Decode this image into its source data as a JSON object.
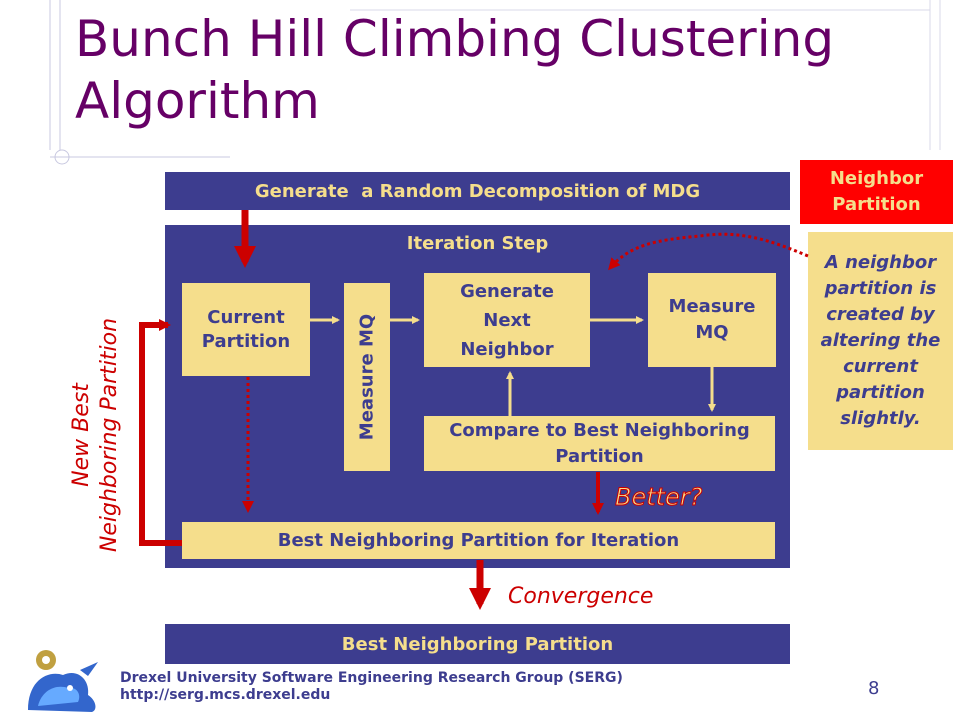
{
  "slide": {
    "title_line1": "Bunch Hill Climbing Clustering",
    "title_line2": "Algorithm",
    "page_number": "8"
  },
  "diagram": {
    "generate_random": "Generate  a Random Decomposition of MDG",
    "iteration_step": "Iteration Step",
    "current_partition": "Current Partition",
    "measure_mq_vertical": "Measure MQ",
    "generate_next_neighbor": "Generate Next Neighbor",
    "measure_mq": "Measure MQ",
    "compare_to_best": "Compare to Best Neighboring Partition",
    "better": "Better?",
    "best_for_iteration": "Best Neighboring Partition for Iteration",
    "new_best_line1": "New Best",
    "new_best_line2": "Neighboring Partition",
    "convergence": "Convergence",
    "best_neighboring_partition": "Best Neighboring Partition",
    "neighbor_partition_header": "Neighbor Partition",
    "neighbor_partition_desc": "A neighbor partition is created by altering the current partition slightly."
  },
  "footer": {
    "line1": "Drexel University Software Engineering Research Group (SERG)",
    "line2": "http://serg.mcs.drexel.edu"
  },
  "colors": {
    "title": "#660066",
    "navy": "#3d3d8f",
    "tan": "#f5de8c",
    "arrow_red": "#cc0000",
    "neighbor_header": "#ff0000"
  }
}
